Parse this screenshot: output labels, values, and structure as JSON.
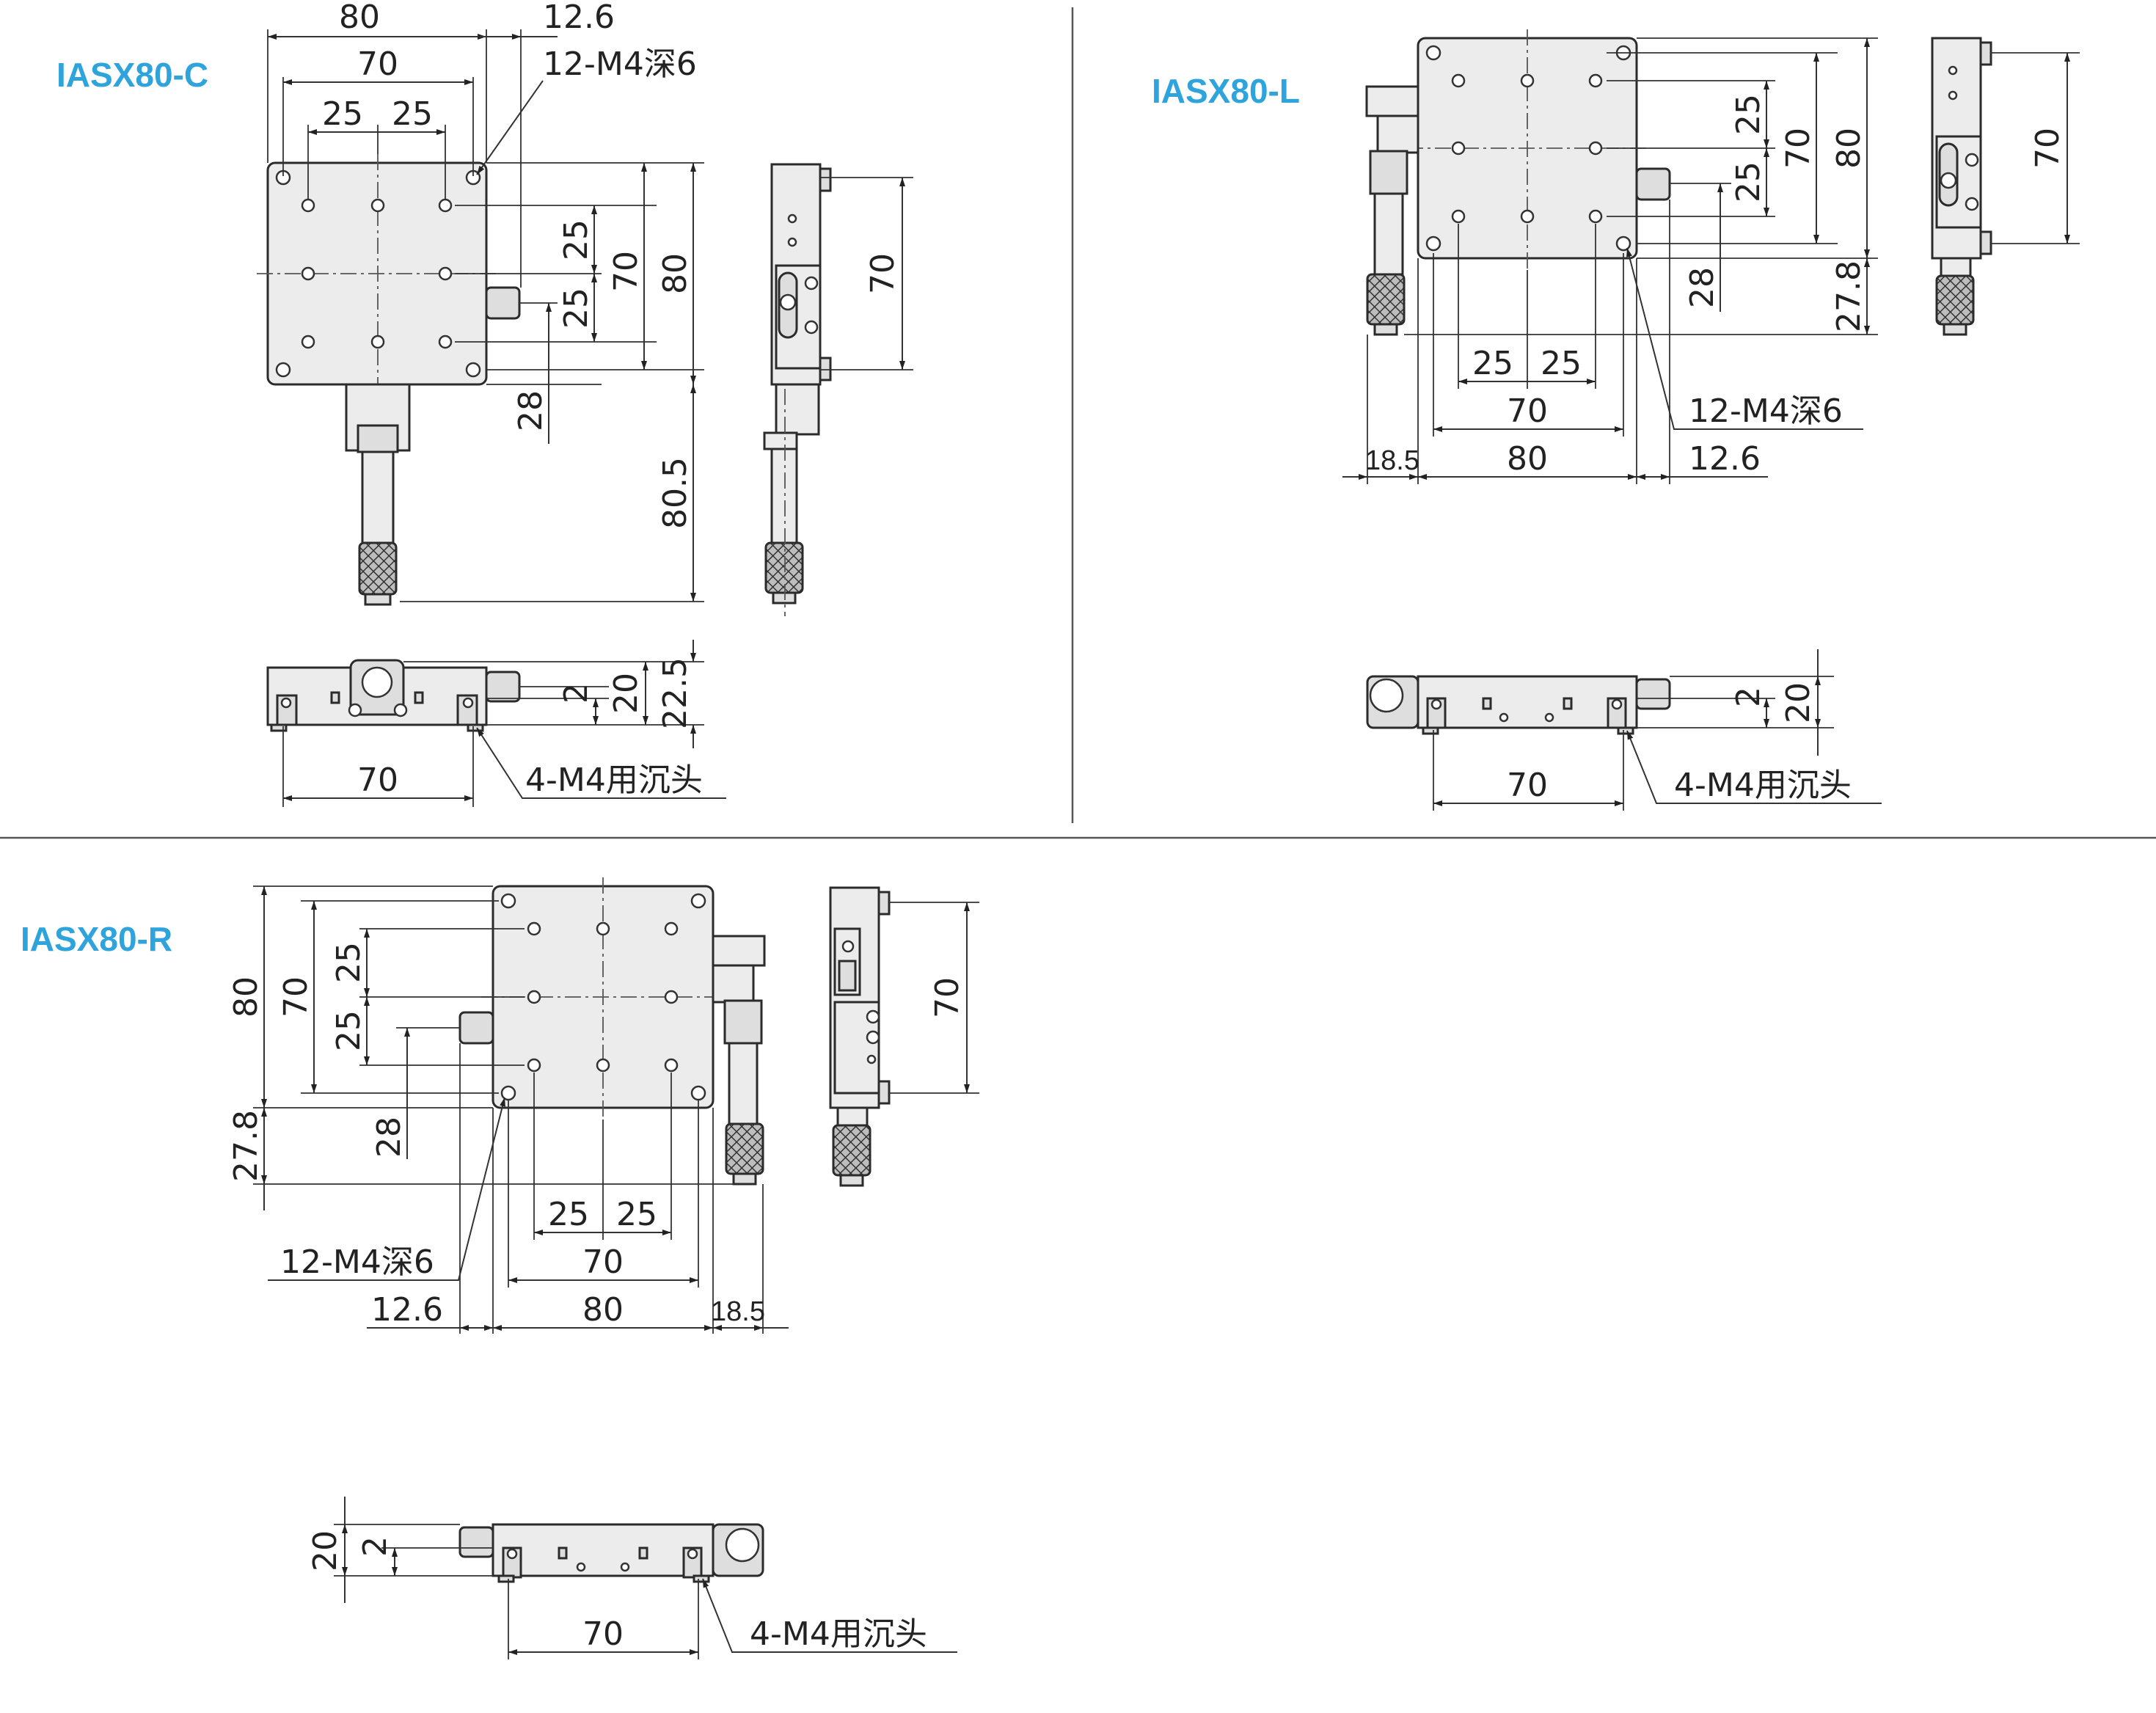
{
  "colors": {
    "title": "#2ea3dc",
    "line": "#2b2b2b",
    "body_fill": "#ececec"
  },
  "views": [
    {
      "id": "C",
      "title": "IASX80-C",
      "dims_top": {
        "w80": "80",
        "w70": "70",
        "w25a": "25",
        "w25b": "25",
        "off": "12.6"
      },
      "dims_right": {
        "h25a": "25",
        "h25b": "25",
        "h70": "70",
        "h80": "80",
        "m28": "28",
        "ext": "80.5"
      },
      "side_dim": "70",
      "bottom": {
        "d2": "2",
        "d20": "20",
        "d22": "22.5",
        "w70": "70"
      },
      "callouts": {
        "tap": "12-M4深6",
        "cb": "4-M4用沉头"
      }
    },
    {
      "id": "L",
      "title": "IASX80-L",
      "dims_right": {
        "h25a": "25",
        "h25b": "25",
        "h70": "70",
        "h80": "80",
        "m28": "28",
        "m278": "27.8"
      },
      "dims_bottom": {
        "w25a": "25",
        "w25b": "25",
        "w70": "70",
        "w80": "80",
        "off": "12.6",
        "mic": "18.5"
      },
      "side_dim": "70",
      "bottom": {
        "d2": "2",
        "d20": "20",
        "w70": "70"
      },
      "callouts": {
        "tap": "12-M4深6",
        "cb": "4-M4用沉头"
      }
    },
    {
      "id": "R",
      "title": "IASX80-R",
      "dims_left": {
        "h80": "80",
        "h70": "70",
        "h25a": "25",
        "h25b": "25",
        "m28": "28",
        "m278": "27.8"
      },
      "dims_bottom": {
        "w25a": "25",
        "w25b": "25",
        "w70": "70",
        "w80": "80",
        "off": "12.6",
        "mic": "18.5"
      },
      "side_dim": "70",
      "bottom": {
        "d20": "20",
        "d2": "2",
        "w70": "70"
      },
      "callouts": {
        "tap": "12-M4深6",
        "cb": "4-M4用沉头"
      }
    }
  ]
}
